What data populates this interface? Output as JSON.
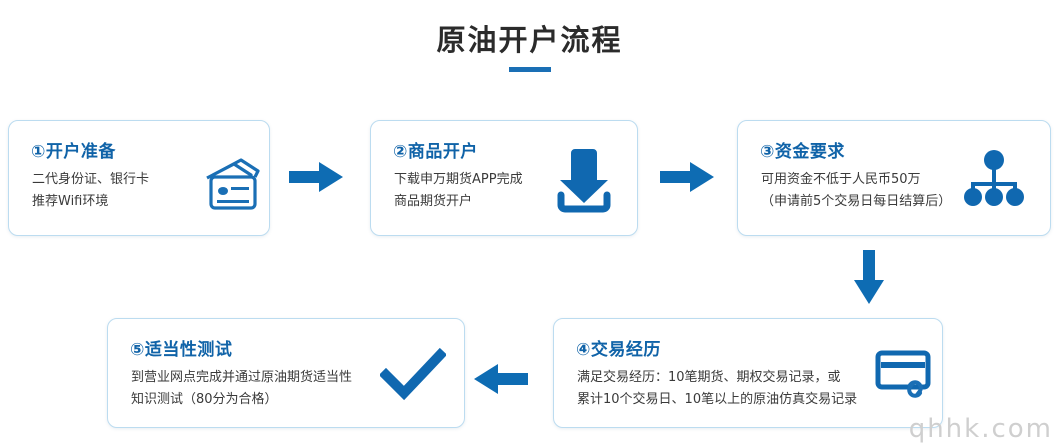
{
  "header": {
    "title": "原油开户流程",
    "accent_color": "#1063a8",
    "underline_color": "#1a6fb5"
  },
  "flow": {
    "cards": [
      {
        "id": "card-1",
        "head": "①开户准备",
        "lines": [
          "二代身份证、银行卡",
          "推荐Wifi环境"
        ],
        "icon": "credit-cards-icon"
      },
      {
        "id": "card-2",
        "head": "②商品开户",
        "lines": [
          "下载申万期货APP完成",
          "商品期货开户"
        ],
        "icon": "download-icon"
      },
      {
        "id": "card-3",
        "head": "③资金要求",
        "lines": [
          "可用资金不低于人民币50万",
          "（申请前5个交易日每日结算后）"
        ],
        "icon": "org-tree-icon"
      },
      {
        "id": "card-4",
        "head": "④交易经历",
        "lines": [
          "满足交易经历：10笔期货、期权交易记录，或",
          "累计10个交易日、10笔以上的原油仿真交易记录"
        ],
        "icon": "card-link-icon"
      },
      {
        "id": "card-5",
        "head": "⑤适当性测试",
        "lines": [
          "到营业网点完成并通过原油期货适当性",
          "知识测试（80分为合格）"
        ],
        "icon": "checkmark-icon"
      }
    ],
    "arrows": [
      {
        "id": "arrow-1",
        "direction": "right",
        "from": "card-1",
        "to": "card-2"
      },
      {
        "id": "arrow-2",
        "direction": "right",
        "from": "card-2",
        "to": "card-3"
      },
      {
        "id": "arrow-3",
        "direction": "down",
        "from": "card-3",
        "to": "card-4"
      },
      {
        "id": "arrow-4",
        "direction": "left",
        "from": "card-4",
        "to": "card-5"
      }
    ],
    "arrow_color": "#0e6cb3"
  },
  "watermark": {
    "text": "qhhk.com"
  }
}
